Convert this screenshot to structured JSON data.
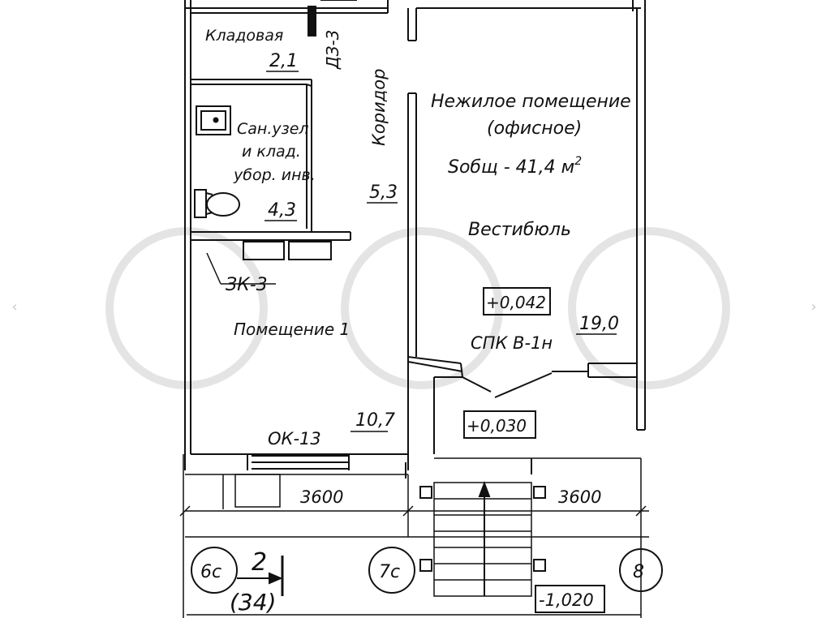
{
  "labels": {
    "storage": "Кладовая",
    "storage_area": "2,1",
    "door_dz3": "ДЗ-3",
    "corridor": "Коридор",
    "corridor_area": "5,3",
    "wc_line1": "Сан.узел",
    "wc_line2": "и клад.",
    "wc_line3": "убор. инв.",
    "wc_area": "4,3",
    "door_zk3": "ЗК-3",
    "room1": "Помещение 1",
    "room1_area": "10,7",
    "window_ok13": "ОК-13",
    "office_line1": "Нежилое помещение",
    "office_line2": "(офисное)",
    "office_line3": "Sобщ - 41,4 м",
    "office_sup": "2",
    "vestibule": "Вестибюль",
    "level_1": "+0,042",
    "door_spk": "СПК В-1н",
    "vestibule_area": "19,0",
    "level_2": "+0,030",
    "dim_left": "3600",
    "dim_right": "3600",
    "axis_6c": "6с",
    "axis_7c": "7с",
    "axis_8": "8",
    "section_num": "2",
    "section_sheet": "(34)",
    "level_3": "-1,020"
  },
  "colors": {
    "ink": "#111111",
    "watermark": "#e4e4e4",
    "nav_arrow": "#c8c8c8"
  },
  "icons": [
    "sink-icon",
    "toilet-icon",
    "stair-arrow-icon",
    "section-arrow-icon"
  ]
}
